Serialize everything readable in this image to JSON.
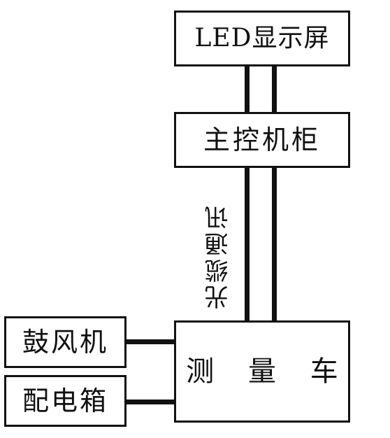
{
  "diagram": {
    "nodes": {
      "led_display": "LED显示屏",
      "main_cabinet": "主控机柜",
      "measurement_vehicle": "测 量 车",
      "blower": "鼓风机",
      "distribution_box": "配电箱"
    },
    "edge_labels": {
      "fiber_communication": "光缆通讯"
    },
    "edges": [
      {
        "from": "led_display",
        "to": "main_cabinet",
        "style": "double-line"
      },
      {
        "from": "main_cabinet",
        "to": "measurement_vehicle",
        "style": "double-line",
        "label": "fiber_communication"
      },
      {
        "from": "blower",
        "to": "measurement_vehicle",
        "style": "single-line"
      },
      {
        "from": "distribution_box",
        "to": "measurement_vehicle",
        "style": "single-line"
      }
    ],
    "colors": {
      "stroke": "#111111",
      "background": "#ffffff"
    }
  }
}
